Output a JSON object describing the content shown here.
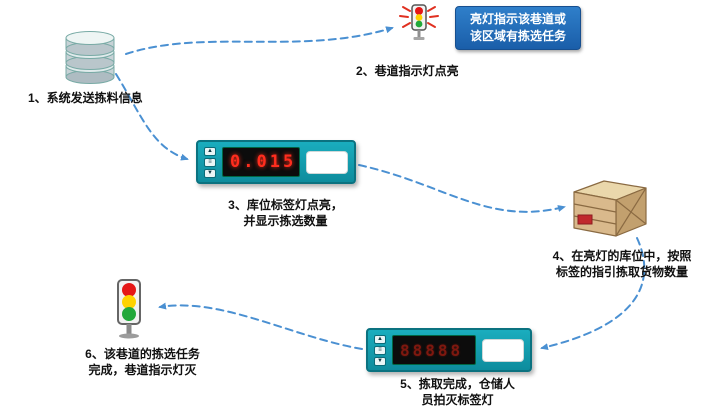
{
  "steps": {
    "s1": {
      "label": "1、系统发送拣料信息"
    },
    "s2": {
      "label": "2、巷道指示灯点亮"
    },
    "s3": {
      "line1": "3、库位标签灯点亮，",
      "line2": "并显示拣选数量"
    },
    "s4": {
      "line1": "4、在亮灯的库位中，按照",
      "line2": "标签的指引拣取货物数量"
    },
    "s5": {
      "line1": "5、拣取完成，仓储人",
      "line2": "员拍灭标签灯"
    },
    "s6": {
      "line1": "6、该巷道的拣选任务",
      "line2": "完成，巷道指示灯灭"
    }
  },
  "callout": {
    "line1": "亮灯指示该巷道或",
    "line2": "该区域有拣选任务"
  },
  "device1": {
    "display": "0.015",
    "buttons": {
      "up": "▲",
      "menu": "≡",
      "down": "▼"
    }
  },
  "device2": {
    "display": "88888",
    "buttons": {
      "up": "▲",
      "menu": "≡",
      "down": "▼"
    }
  },
  "colors": {
    "arrow": "#4a90d2",
    "device_body": "#149fb1",
    "led_bright": "#ff2a1a",
    "led_dim": "#7e180f",
    "callout_bg": "#1e6cb8",
    "crate_wood": "#d9b98c",
    "light_red": "#e51616",
    "light_yellow": "#ffd200",
    "light_green": "#22a83a"
  },
  "icons": {
    "source_system": "database-stack-icon",
    "aisle_light_on": "traffic-light-icon",
    "aisle_light_off": "traffic-light-icon",
    "goods": "wooden-crate-icon"
  }
}
